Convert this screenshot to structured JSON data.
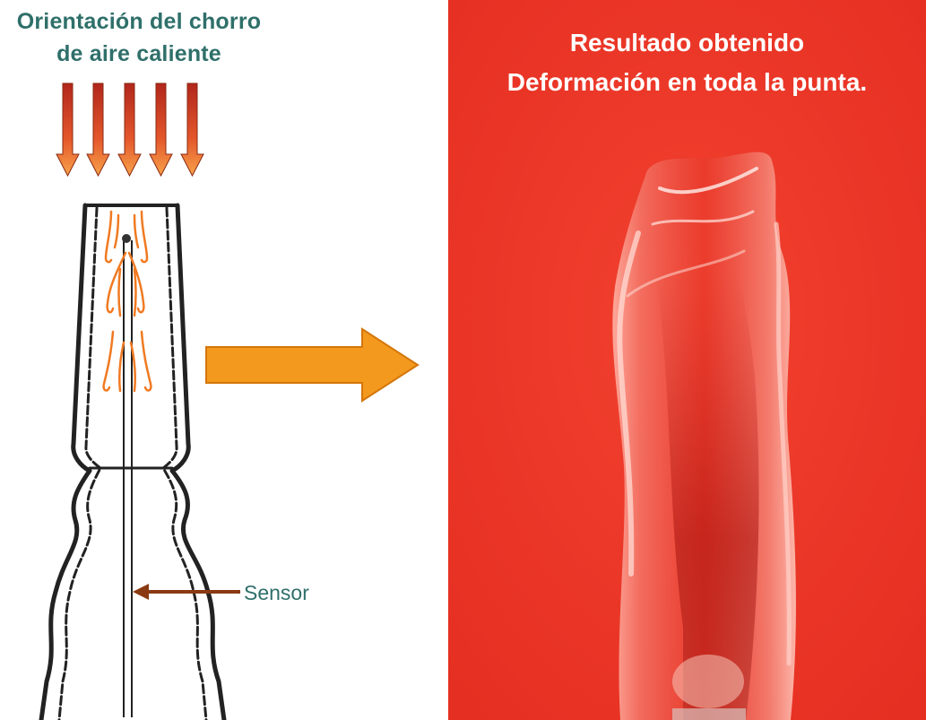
{
  "left": {
    "title_line1": "Orientación del chorro",
    "title_line2": "de aire caliente",
    "sensor_label": "Sensor"
  },
  "right": {
    "title_line1": "Resultado obtenido",
    "title_line2": "Deformación en toda la punta."
  },
  "colors": {
    "left_title": "#2f6f6a",
    "right_background": "#ee3527",
    "hot_air_arrow_top": "#b1261c",
    "hot_air_arrow_bottom": "#f7a24a",
    "big_arrow": "#f39a1e",
    "sensor_pointer": "#8a3a12"
  },
  "icons": [
    "hot-air-arrow-icon",
    "transition-arrow-icon",
    "sensor-pointer-icon"
  ]
}
